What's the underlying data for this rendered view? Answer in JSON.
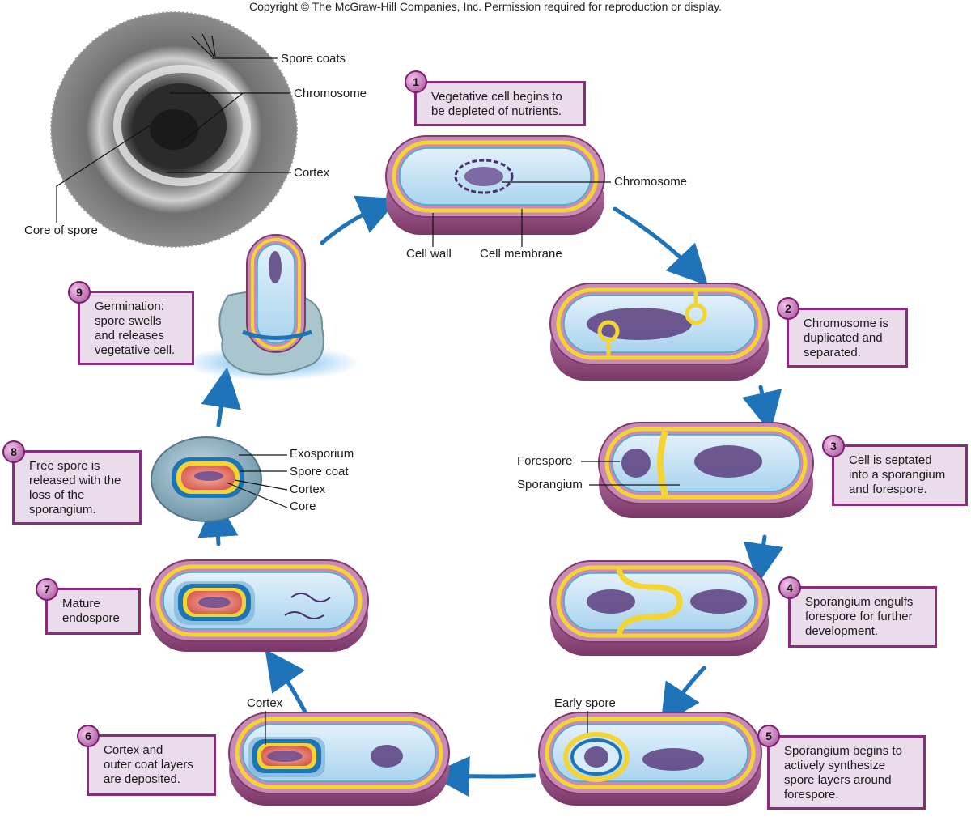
{
  "copyright": "Copyright © The McGraw-Hill Companies, Inc. Permission required for reproduction or display.",
  "micrograph_labels": {
    "spore_coats": "Spore coats",
    "chromosome": "Chromosome",
    "cortex": "Cortex",
    "core_of_spore": "Core of spore"
  },
  "cell_labels": {
    "chromosome": "Chromosome",
    "cell_wall": "Cell wall",
    "cell_membrane": "Cell membrane",
    "forespore": "Forespore",
    "sporangium": "Sporangium",
    "early_spore": "Early spore",
    "cortex": "Cortex",
    "exosporium": "Exosporium",
    "spore_coat": "Spore coat",
    "cortex2": "Cortex",
    "core": "Core"
  },
  "steps": [
    {
      "num": "1",
      "line1": "Vegetative cell begins to",
      "line2": "be depleted of nutrients.",
      "line3": "",
      "line4": ""
    },
    {
      "num": "2",
      "line1": "Chromosome is",
      "line2": "duplicated and",
      "line3": "separated.",
      "line4": ""
    },
    {
      "num": "3",
      "line1": "Cell is septated",
      "line2": "into a sporangium",
      "line3": "and forespore.",
      "line4": ""
    },
    {
      "num": "4",
      "line1": "Sporangium engulfs",
      "line2": "forespore for further",
      "line3": "development.",
      "line4": ""
    },
    {
      "num": "5",
      "line1": "Sporangium begins to",
      "line2": "actively synthesize",
      "line3": "spore layers around",
      "line4": "forespore."
    },
    {
      "num": "6",
      "line1": "Cortex and",
      "line2": "outer coat layers",
      "line3": "are deposited.",
      "line4": ""
    },
    {
      "num": "7",
      "line1": "Mature",
      "line2": "endospore",
      "line3": "",
      "line4": ""
    },
    {
      "num": "8",
      "line1": "Free spore is",
      "line2": "released with the",
      "line3": "loss of the",
      "line4": "sporangium."
    },
    {
      "num": "9",
      "line1": "Germination:",
      "line2": "spore swells",
      "line3": "and releases",
      "line4": "vegetative cell."
    }
  ],
  "colors": {
    "cell_fill": "#cde6f5",
    "wall": "#a04f86",
    "membrane": "#f2d535",
    "arrow": "#1f73b8",
    "box_border": "#8c2a7e",
    "box_fill": "#eadcea",
    "chromosome": "#4a2f6e"
  }
}
